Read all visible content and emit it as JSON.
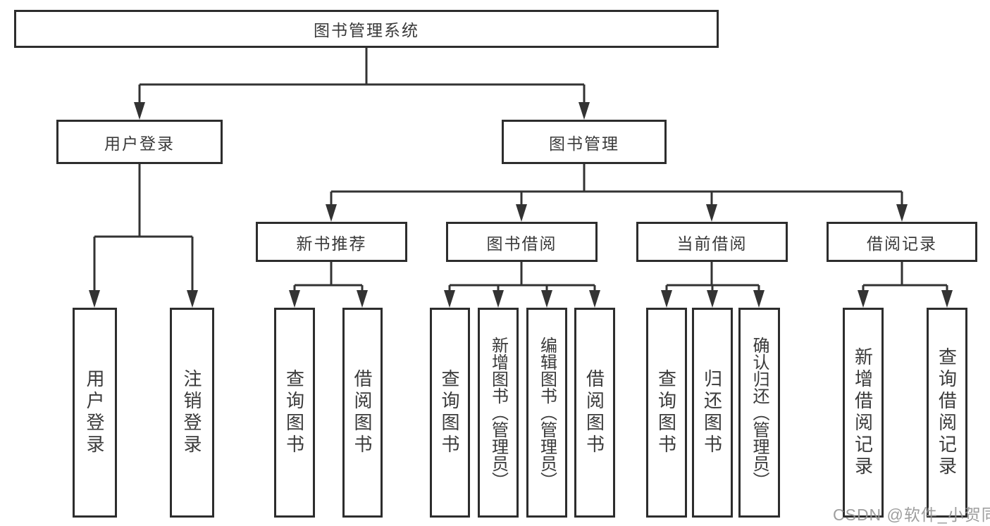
{
  "tree": {
    "root": {
      "label": "图书管理系统"
    },
    "level2": [
      {
        "id": "user-login",
        "label": "用户登录"
      },
      {
        "id": "book-management",
        "label": "图书管理"
      }
    ],
    "level3": [
      {
        "id": "new-book-recommend",
        "label": "新书推荐"
      },
      {
        "id": "book-borrow",
        "label": "图书借阅"
      },
      {
        "id": "current-borrow",
        "label": "当前借阅"
      },
      {
        "id": "borrow-records",
        "label": "借阅记录"
      }
    ],
    "leaves": {
      "user_login": [
        "用户登录",
        "注销登录"
      ],
      "new_book": [
        "查询图书",
        "借阅图书"
      ],
      "book_borrow": [
        "查询图书",
        "新增图书（管理员）",
        "编辑图书（管理员）",
        "借阅图书"
      ],
      "current_borrow": [
        "查询图书",
        "归还图书",
        "确认归还（管理员）"
      ],
      "borrow_records": [
        "新增借阅记录",
        "查询借阅记录"
      ]
    }
  },
  "watermark": {
    "text": "CSDN @软件_小贺同学"
  },
  "colors": {
    "background": "#ffffff",
    "box_border": "#2d2d2d",
    "line": "#333333",
    "text": "#3a3a3a",
    "watermark": "#949494"
  }
}
